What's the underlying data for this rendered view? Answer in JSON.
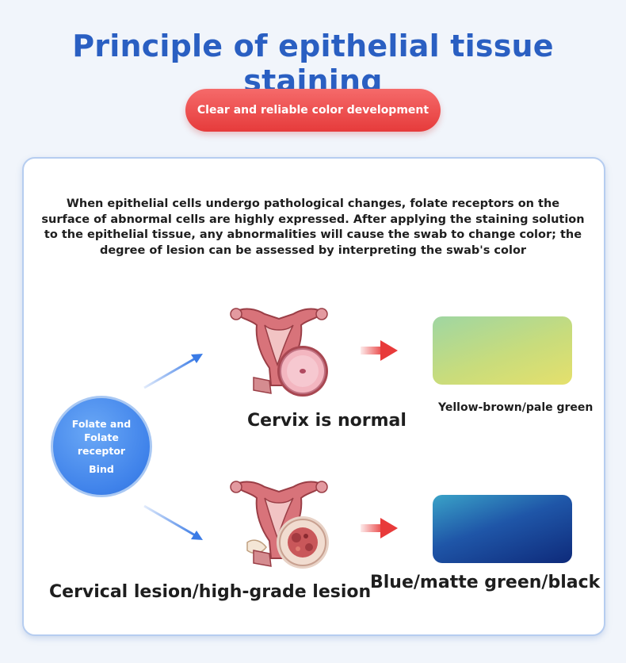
{
  "title": "Principle of epithelial tissue staining",
  "subtitle_button": "Clear and reliable color development",
  "description": "When epithelial cells undergo pathological changes, folate receptors on the surface of abnormal cells are highly expressed. After applying the staining solution to the epithelial tissue, any abnormalities will cause the swab to change color; the degree of lesion can be assessed by interpreting the swab's color",
  "center_node": {
    "line1": "Folate and",
    "line2": "Folate",
    "line3": "receptor",
    "line4": "Bind"
  },
  "normal": {
    "label": "Cervix is normal",
    "color_label": "Yellow-brown/pale green"
  },
  "lesion": {
    "label": "Cervical lesion/high-grade lesion",
    "color_label": "Blue/matte green/black"
  },
  "colors": {
    "title": "#2a5fc2",
    "pill": "#e63b3b",
    "node": "#3f82ea",
    "arrow_blue": "#3a7be6",
    "arrow_red": "#e83a3a"
  }
}
